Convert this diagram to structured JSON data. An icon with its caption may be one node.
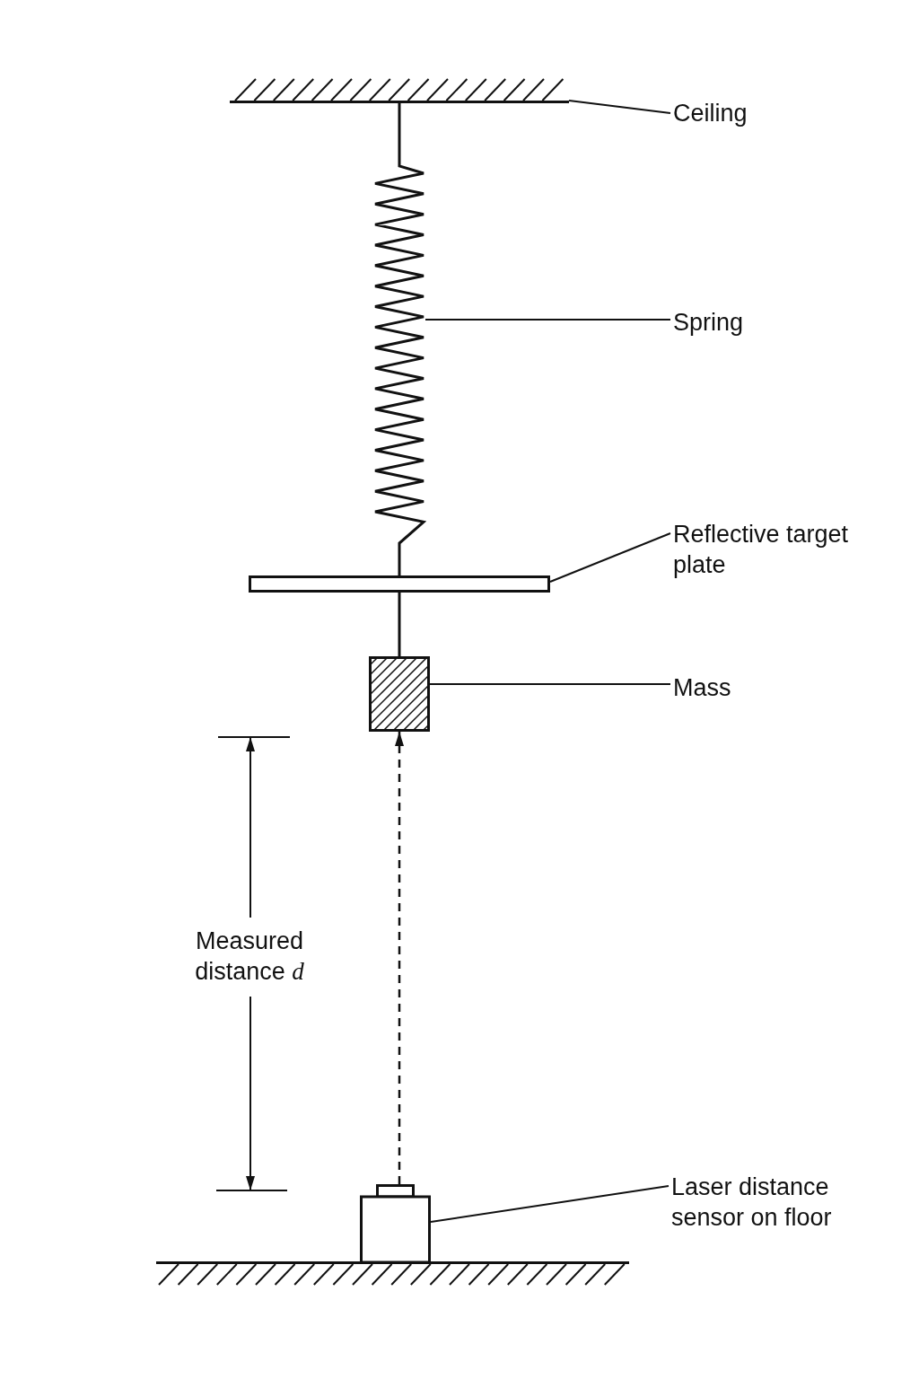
{
  "diagram": {
    "nodes": [
      {
        "text": [],
        "shape": "bar"
      },
      {
        "text": [
          "Ceiling"
        ]
      },
      {
        "text": [],
        "shape": "picture"
      },
      {
        "text": [
          "Spring"
        ]
      },
      {
        "text": [],
        "shape": "bar"
      },
      {
        "text": [
          "Reflective target plate"
        ]
      },
      {
        "text": [],
        "shape": "box"
      },
      {
        "text": [
          "Mass"
        ]
      },
      {
        "text": [],
        "shape": "box"
      },
      {
        "text": [
          "Laser distance sensor on floor"
        ]
      }
    ],
    "edges": [
      {
        "from": 1,
        "to": 0,
        "arrow": "none"
      },
      {
        "from": 0,
        "to": 2,
        "arrow": "none"
      },
      {
        "from": 3,
        "to": 2,
        "arrow": "none"
      },
      {
        "from": 2,
        "to": 4,
        "arrow": "none"
      },
      {
        "from": 5,
        "to": 4,
        "arrow": "none"
      },
      {
        "from": 4,
        "to": 6,
        "arrow": "none"
      },
      {
        "from": 7,
        "to": 6,
        "arrow": "none"
      },
      {
        "from": 8,
        "to": 6,
        "arrow": "to",
        "style": "dashed"
      },
      {
        "from": 9,
        "to": 8,
        "arrow": "none"
      }
    ],
    "labels": [
      "Measured distance *d*"
    ]
  }
}
